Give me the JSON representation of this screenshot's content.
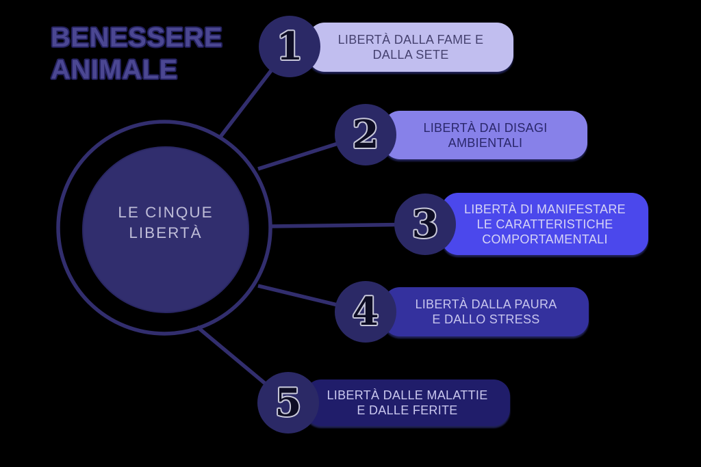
{
  "title": {
    "line1": "BENESSERE",
    "line2": "ANIMALE"
  },
  "center": {
    "label": "LE CINQUE LIBERTÀ"
  },
  "items": [
    {
      "number": "1",
      "label": "LIBERTÀ DALLA FAME E DALLA SETE",
      "label_lines": [
        "LIBERTÀ DALLA FAME E",
        "DALLA SETE"
      ],
      "pill_bg": "#c1beef",
      "label_color": "#45416f"
    },
    {
      "number": "2",
      "label": "LIBERTÀ DAI DISAGI AMBIENTALI",
      "label_lines": [
        "LIBERTÀ DAI DISAGI",
        "AMBIENTALI"
      ],
      "pill_bg": "#8781e9",
      "label_color": "#2a276b"
    },
    {
      "number": "3",
      "label": "LIBERTÀ DI MANIFESTARE LE CARATTERISTICHE COMPORTAMENTALI",
      "label_lines": [
        "LIBERTÀ DI MANIFESTARE",
        "LE CARATTERISTICHE",
        "COMPORTAMENTALI"
      ],
      "pill_bg": "#4b48ec",
      "label_color": "#d6d4f6"
    },
    {
      "number": "4",
      "label": "LIBERTÀ DALLA PAURA E DALLO STRESS",
      "label_lines": [
        "LIBERTÀ DALLA PAURA",
        "E DALLO STRESS"
      ],
      "pill_bg": "#34319e",
      "label_color": "#c8c6ee"
    },
    {
      "number": "5",
      "label": "LIBERTÀ DALLE MALATTIE E DALLE FERITE",
      "label_lines": [
        "LIBERTÀ DALLE MALATTIE",
        "E DALLE FERITE"
      ],
      "pill_bg": "#201d6a",
      "label_color": "#cac8ef"
    }
  ],
  "colors": {
    "background": "#000000",
    "line": "#322e6e",
    "ring_stroke": "#322e6e",
    "center_circle_fill": "#312e6e",
    "center_circle_edge": "#2a2763",
    "node_circle": "#2b2966",
    "number_fill": "#0e0d24",
    "number_stroke": "#c9c9da",
    "title_fill": "#4b4792",
    "title_stroke": "#23205c",
    "center_text": "#bfbdd8"
  }
}
